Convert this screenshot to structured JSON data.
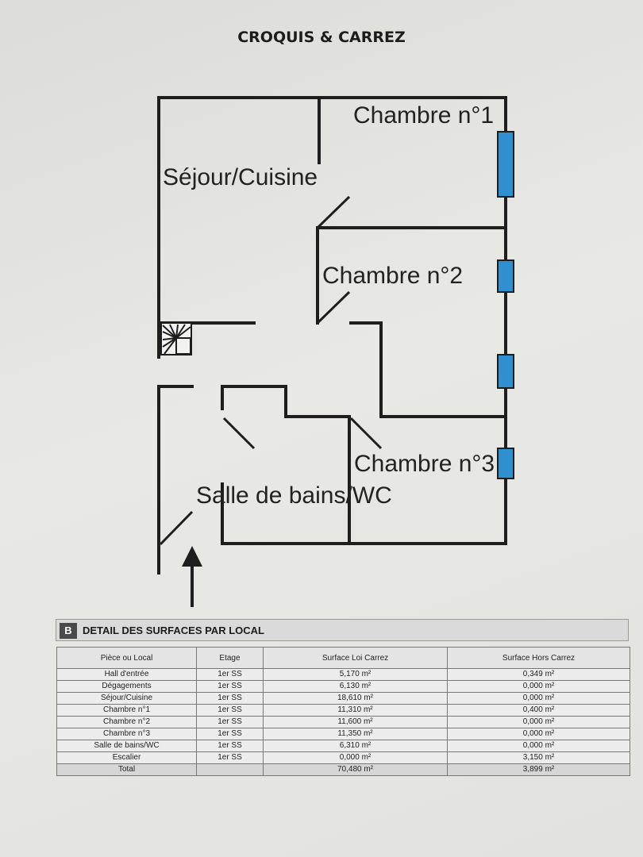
{
  "document": {
    "title": "CROQUIS & CARREZ"
  },
  "plan": {
    "rooms": {
      "chambre1": "Chambre n°1",
      "sejour": "Séjour/Cuisine",
      "chambre2": "Chambre n°2",
      "chambre3": "Chambre n°3",
      "sdb": "Salle de bains/WC"
    },
    "colors": {
      "wall": "#1e1e1e",
      "window": "#2f8fcf"
    }
  },
  "surfaces": {
    "section_letter": "B",
    "section_title": "DETAIL DES SURFACES PAR LOCAL",
    "headers": [
      "Pièce ou Local",
      "Etage",
      "Surface Loi Carrez",
      "Surface Hors Carrez"
    ],
    "rows": [
      [
        "Hall d'entrée",
        "1er SS",
        "5,170 m²",
        "0,349 m²"
      ],
      [
        "Dégagements",
        "1er SS",
        "6,130 m²",
        "0,000 m²"
      ],
      [
        "Séjour/Cuisine",
        "1er SS",
        "18,610 m²",
        "0,000 m²"
      ],
      [
        "Chambre n°1",
        "1er SS",
        "11,310 m²",
        "0,400 m²"
      ],
      [
        "Chambre n°2",
        "1er SS",
        "11,600 m²",
        "0,000 m²"
      ],
      [
        "Chambre n°3",
        "1er SS",
        "11,350 m²",
        "0,000 m²"
      ],
      [
        "Salle de bains/WC",
        "1er SS",
        "6,310 m²",
        "0,000 m²"
      ],
      [
        "Escalier",
        "1er SS",
        "0,000 m²",
        "3,150 m²"
      ]
    ],
    "total": [
      "Total",
      "",
      "70,480 m²",
      "3,899 m²"
    ]
  }
}
